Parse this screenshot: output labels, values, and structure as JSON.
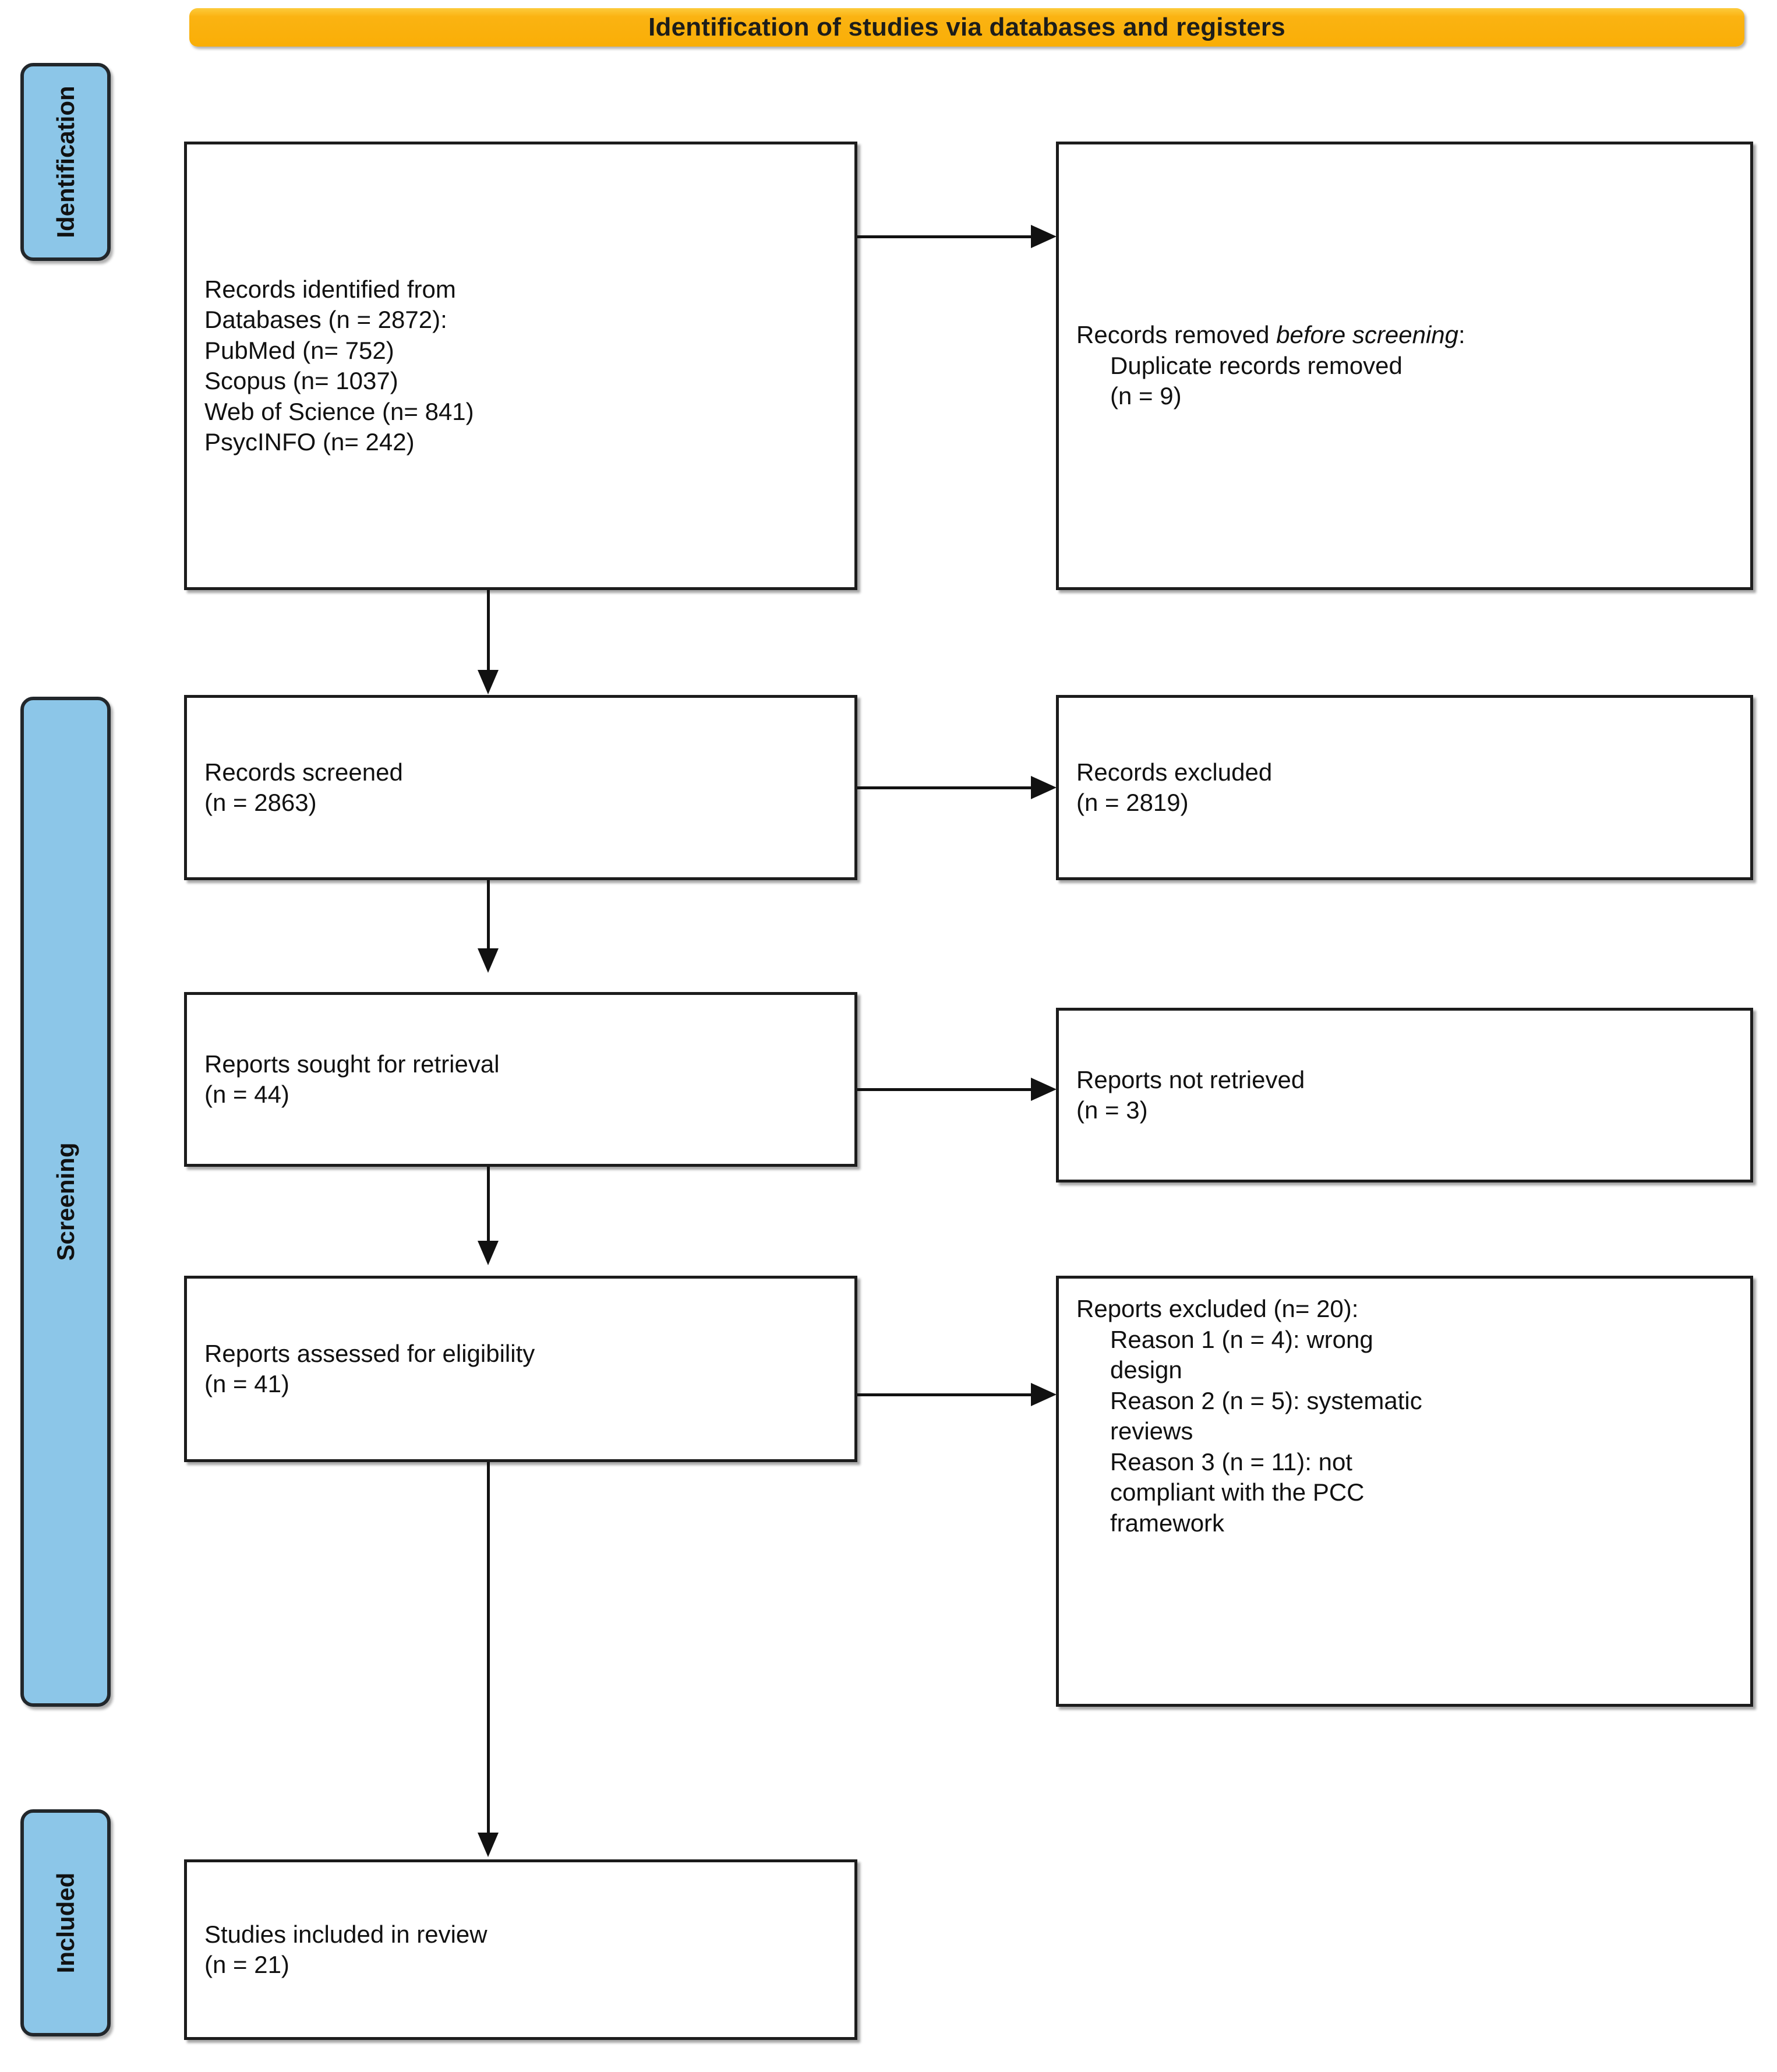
{
  "header": {
    "title": "Identification of studies via databases and registers",
    "banner_color": "#FBB312",
    "text_color": "#1d1d1b"
  },
  "phases": [
    {
      "id": "identification",
      "label": "Identification",
      "color": "#8CC6E8"
    },
    {
      "id": "screening",
      "label": "Screening",
      "color": "#8CC6E8"
    },
    {
      "id": "included",
      "label": "Included",
      "color": "#8CC6E8"
    }
  ],
  "boxes": {
    "records_identified": {
      "name": "records-identified-box",
      "lines": [
        "Records identified from",
        "Databases (n = 2872):",
        "PubMed (n= 752)",
        "Scopus (n= 1037)",
        "Web of Science (n= 841)",
        "PsycINFO (n= 242)"
      ]
    },
    "records_removed": {
      "name": "records-removed-box",
      "lead": "Records removed ",
      "lead_em": "before screening",
      "lead_tail": ":",
      "line_a": "Duplicate records removed",
      "line_b": "(n = 9)"
    },
    "records_screened": {
      "name": "records-screened-box",
      "lines": [
        "Records screened",
        "(n = 2863)"
      ]
    },
    "records_excluded": {
      "name": "records-excluded-box",
      "lines": [
        "Records excluded",
        "(n = 2819)"
      ]
    },
    "reports_sought": {
      "name": "reports-sought-box",
      "lines": [
        "Reports sought for retrieval",
        "(n = 44)"
      ]
    },
    "reports_not_retrieved": {
      "name": "reports-not-retrieved-box",
      "lines": [
        "Reports not retrieved",
        "(n = 3)"
      ]
    },
    "reports_assessed": {
      "name": "reports-assessed-box",
      "lines": [
        "Reports assessed for eligibility",
        "(n = 41)"
      ]
    },
    "reports_excluded": {
      "name": "reports-excluded-box",
      "heading": "Reports excluded (n= 20):",
      "reasons": [
        "Reason 1 (n = 4): wrong",
        "design",
        "Reason 2 (n = 5): systematic",
        "reviews",
        "Reason 3 (n = 11): not",
        "compliant with the PCC",
        "framework"
      ]
    },
    "studies_included": {
      "name": "studies-included-box",
      "lines": [
        "Studies included in review",
        "(n = 21)"
      ]
    }
  },
  "chart_data": {
    "type": "flow-diagram",
    "title": "Identification of studies via databases and registers",
    "nodes": [
      {
        "id": "records_identified",
        "phase": "Identification",
        "label": "Records identified from Databases",
        "n": 2872,
        "breakdown": [
          {
            "source": "PubMed",
            "n": 752
          },
          {
            "source": "Scopus",
            "n": 1037
          },
          {
            "source": "Web of Science",
            "n": 841
          },
          {
            "source": "PsycINFO",
            "n": 242
          }
        ]
      },
      {
        "id": "records_removed",
        "phase": "Identification",
        "label": "Records removed before screening: Duplicate records removed",
        "n": 9
      },
      {
        "id": "records_screened",
        "phase": "Screening",
        "label": "Records screened",
        "n": 2863
      },
      {
        "id": "records_excluded",
        "phase": "Screening",
        "label": "Records excluded",
        "n": 2819
      },
      {
        "id": "reports_sought",
        "phase": "Screening",
        "label": "Reports sought for retrieval",
        "n": 44
      },
      {
        "id": "reports_not_retrieved",
        "phase": "Screening",
        "label": "Reports not retrieved",
        "n": 3
      },
      {
        "id": "reports_assessed",
        "phase": "Screening",
        "label": "Reports assessed for eligibility",
        "n": 41
      },
      {
        "id": "reports_excluded",
        "phase": "Screening",
        "label": "Reports excluded",
        "n": 20,
        "reasons": [
          {
            "reason": "Reason 1: wrong design",
            "n": 4
          },
          {
            "reason": "Reason 2: systematic reviews",
            "n": 5
          },
          {
            "reason": "Reason 3: not compliant with the PCC framework",
            "n": 11
          }
        ]
      },
      {
        "id": "studies_included",
        "phase": "Included",
        "label": "Studies included in review",
        "n": 21
      }
    ],
    "edges": [
      {
        "from": "records_identified",
        "to": "records_removed",
        "direction": "right"
      },
      {
        "from": "records_identified",
        "to": "records_screened",
        "direction": "down"
      },
      {
        "from": "records_screened",
        "to": "records_excluded",
        "direction": "right"
      },
      {
        "from": "records_screened",
        "to": "reports_sought",
        "direction": "down"
      },
      {
        "from": "reports_sought",
        "to": "reports_not_retrieved",
        "direction": "right"
      },
      {
        "from": "reports_sought",
        "to": "reports_assessed",
        "direction": "down"
      },
      {
        "from": "reports_assessed",
        "to": "reports_excluded",
        "direction": "right"
      },
      {
        "from": "reports_assessed",
        "to": "studies_included",
        "direction": "down"
      }
    ]
  }
}
